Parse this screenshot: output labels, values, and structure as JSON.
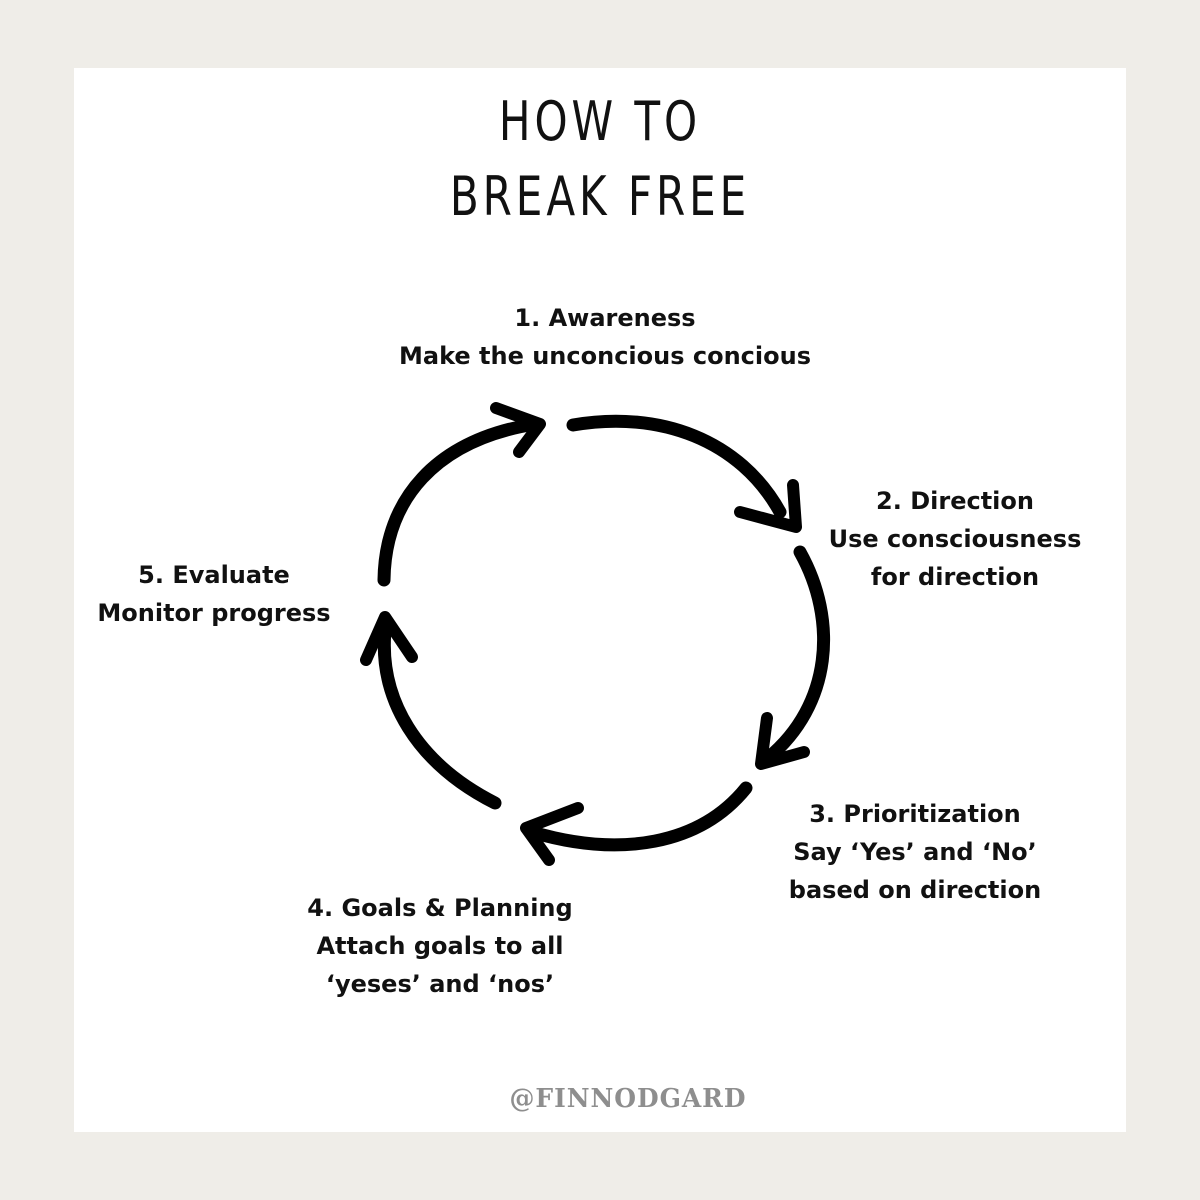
{
  "title": {
    "line1": "HOW TO",
    "line2": "BREAK FREE"
  },
  "steps": [
    {
      "heading": "1. Awareness",
      "lines": [
        "Make the unconcious concious"
      ]
    },
    {
      "heading": "2. Direction",
      "lines": [
        "Use consciousness",
        "for direction"
      ]
    },
    {
      "heading": "3. Prioritization",
      "lines": [
        "Say ‘Yes’ and ‘No’",
        "based on direction"
      ]
    },
    {
      "heading": "4. Goals & Planning",
      "lines": [
        "Attach goals to all",
        "‘yeses’ and ‘nos’"
      ]
    },
    {
      "heading": "5. Evaluate",
      "lines": [
        "Monitor progress"
      ]
    }
  ],
  "footer": {
    "handle": "@FINNODGARD"
  },
  "colors": {
    "background": "#efede8",
    "card": "#ffffff",
    "text": "#111111",
    "arrows": "#000000",
    "handle": "#8e8e8e"
  }
}
